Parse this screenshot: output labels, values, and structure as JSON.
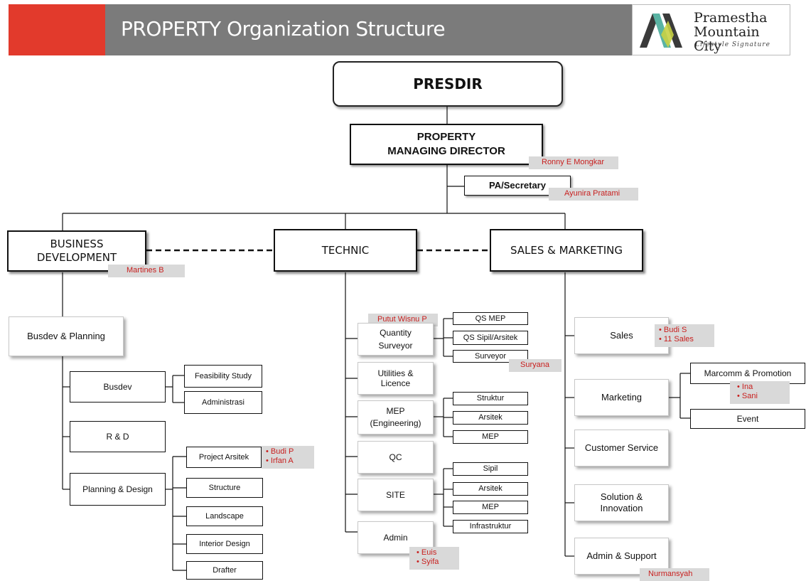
{
  "header": {
    "title": "PROPERTY Organization Structure",
    "colors": {
      "accent_red": "#e23a2c",
      "bar_gray": "#7b7b7b"
    },
    "logo": {
      "name_line1": "Pramestha",
      "name_line2": "Mountain City",
      "tagline": "Lifestyle Signature",
      "mark_colors": [
        "#3a3a3a",
        "#5ab4a4",
        "#c8d244"
      ]
    }
  },
  "chart": {
    "presdir": "PRESDIR",
    "pmd": {
      "line1": "PROPERTY",
      "line2": "MANAGING DIRECTOR",
      "person": "Ronny E Mongkar"
    },
    "pa": {
      "label": "PA/Secretary",
      "person": "Ayunira Pratami"
    },
    "busdev": {
      "label": "BUSINESS\nDEVELOPMENT",
      "person": "Martines B",
      "planning": "Busdev & Planning",
      "sub_busdev": "Busdev",
      "feasibility": "Feasibility Study",
      "administrasi": "Administrasi",
      "rnd": "R & D",
      "planning_design": "Planning & Design",
      "project_arsitek": "Project Arsitek",
      "project_arsitek_people": [
        "Budi P",
        "Irfan A"
      ],
      "structure": "Structure",
      "landscape": "Landscape",
      "interior": "Interior Design",
      "drafter": "Drafter"
    },
    "technic": {
      "label": "TECHNIC",
      "qs": "Quantity\nSurveyor",
      "qs_person": "Putut Wisnu P",
      "qs_mep": "QS MEP",
      "qs_sipil": "QS Sipil/Arsitek",
      "surveyor": "Surveyor",
      "surveyor_person": "Suryana",
      "utilities": "Utilities &\nLicence",
      "mep": "MEP\n(Engineering)",
      "struktur": "Struktur",
      "arsitek": "Arsitek",
      "mep_sub": "MEP",
      "qc": "QC",
      "site": "SITE",
      "sipil": "Sipil",
      "site_arsitek": "Arsitek",
      "site_mep": "MEP",
      "infrastruktur": "Infrastruktur",
      "admin": "Admin",
      "admin_people": [
        "Euis",
        "Syifa"
      ]
    },
    "sales": {
      "label": "SALES & MARKETING",
      "sales": "Sales",
      "sales_people": [
        "Budi  S",
        "11 Sales"
      ],
      "marketing": "Marketing",
      "marcomm": "Marcomm & Promotion",
      "marcomm_people": [
        "Ina",
        "Sani"
      ],
      "event": "Event",
      "cs": "Customer Service",
      "solution": "Solution &\nInnovation",
      "admin_support": "Admin & Support",
      "admin_support_person": "Nurmansyah"
    }
  }
}
